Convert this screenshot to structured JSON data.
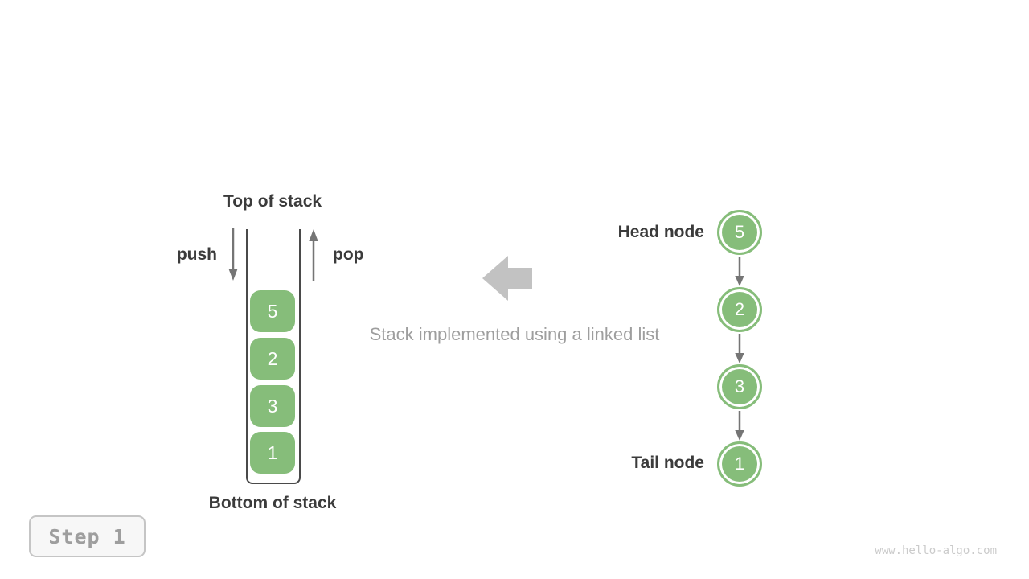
{
  "figure": {
    "caption": "Stack implemented using a linked list",
    "watermark": "www.hello-algo.com",
    "step_badge_label": "Step 1"
  },
  "stack": {
    "top_label": "Top of stack",
    "bottom_label": "Bottom of stack",
    "push_label": "push",
    "pop_label": "pop",
    "items": [
      "5",
      "2",
      "3",
      "1"
    ]
  },
  "linked_list": {
    "head_label": "Head node",
    "tail_label": "Tail node",
    "nodes": [
      "5",
      "2",
      "3",
      "1"
    ]
  },
  "colors": {
    "node_green": "#86BD7A",
    "arrow_gray": "#757575",
    "block_arrow_gray": "#C2C2C2",
    "caption_gray": "#9E9E9E",
    "label_dark": "#3B3B3B"
  }
}
